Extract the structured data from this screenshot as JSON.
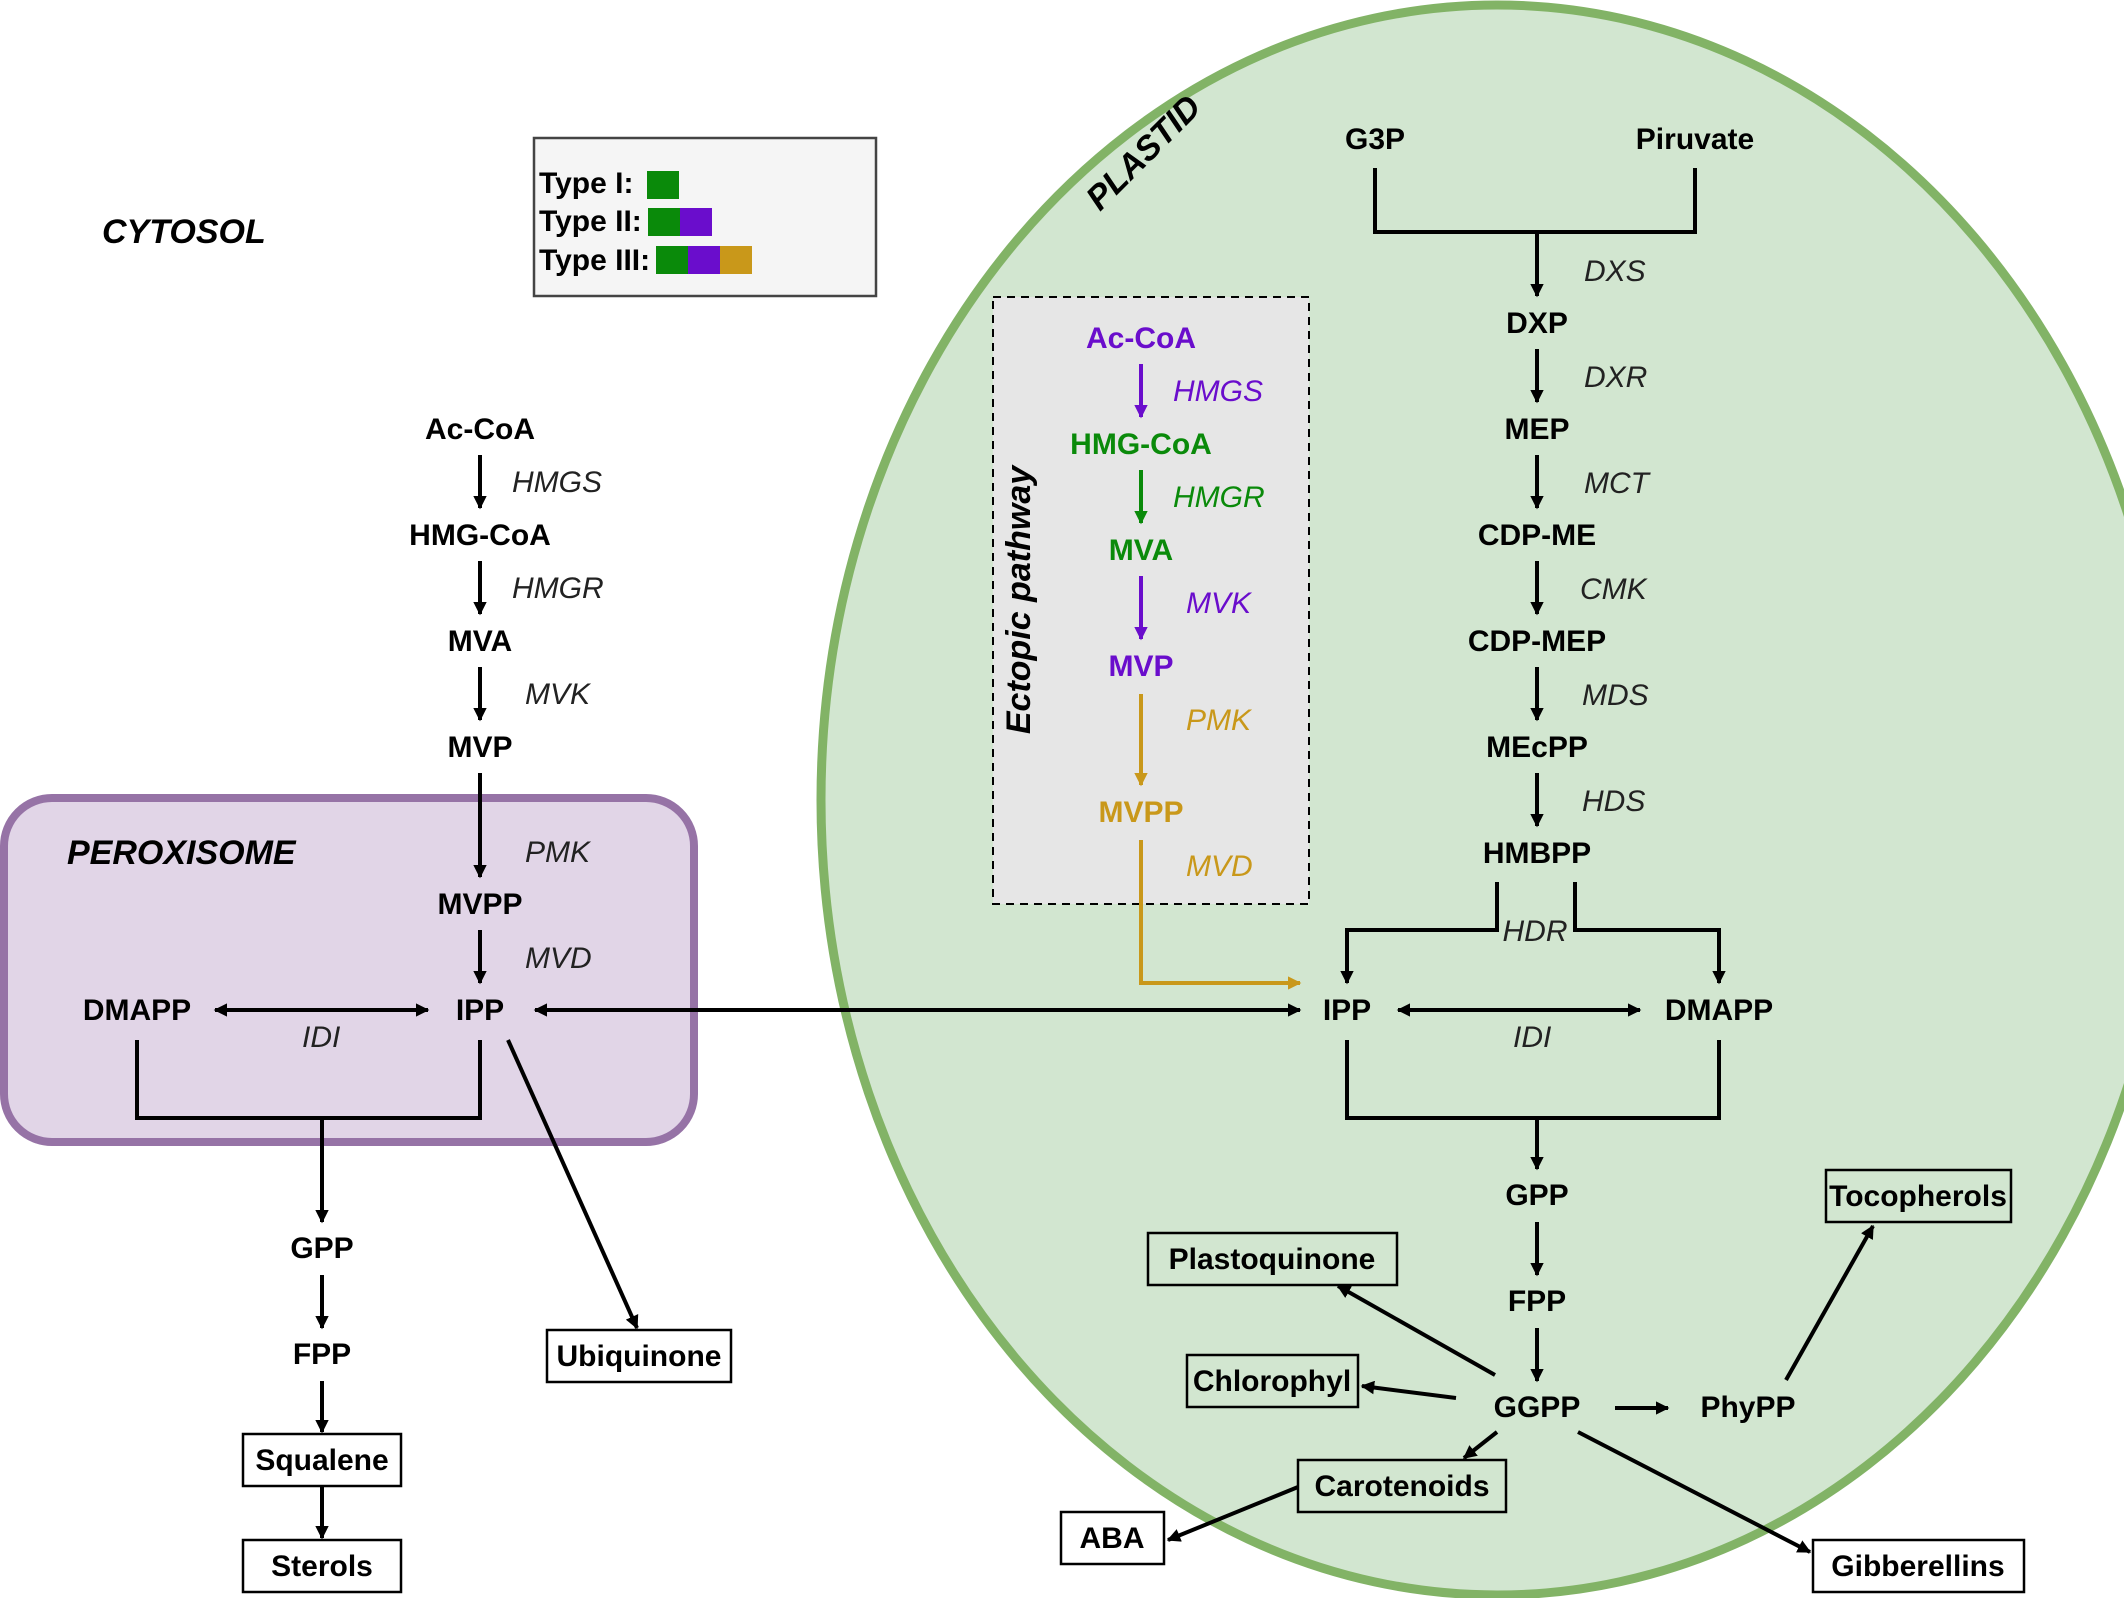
{
  "legend": {
    "type1": "Type I:",
    "type2": "Type II:",
    "type3": "Type III:",
    "colors": {
      "green": "#0a8a0a",
      "purple": "#6a0dcc",
      "gold": "#c9981a"
    }
  },
  "regions": {
    "cytosol": "CYTOSOL",
    "peroxisome": "PEROXISOME",
    "plastid": "PLASTID",
    "ectopic": "Ectopic pathway"
  },
  "cytosol_pathway": {
    "ac_coa": "Ac-CoA",
    "hmgs": "HMGS",
    "hmg_coa": "HMG-CoA",
    "hmgr": "HMGR",
    "mva": "MVA",
    "mvk": "MVK",
    "mvp": "MVP",
    "pmk": "PMK",
    "mvpp": "MVPP",
    "mvd": "MVD",
    "dmapp": "DMAPP",
    "idi": "IDI",
    "ipp": "IPP",
    "gpp": "GPP",
    "fpp": "FPP",
    "squalene": "Squalene",
    "sterols": "Sterols",
    "ubiquinone": "Ubiquinone"
  },
  "ectopic_pathway": {
    "ac_coa": "Ac-CoA",
    "hmgs": "HMGS",
    "hmg_coa": "HMG-CoA",
    "hmgr": "HMGR",
    "mva": "MVA",
    "mvk": "MVK",
    "mvp": "MVP",
    "pmk": "PMK",
    "mvpp": "MVPP",
    "mvd": "MVD"
  },
  "plastid_pathway": {
    "g3p": "G3P",
    "piruvate": "Piruvate",
    "dxs": "DXS",
    "dxp": "DXP",
    "dxr": "DXR",
    "mep": "MEP",
    "mct": "MCT",
    "cdp_me": "CDP-ME",
    "cmk": "CMK",
    "cdp_mep": "CDP-MEP",
    "mds": "MDS",
    "mecpp": "MEcPP",
    "hds": "HDS",
    "hmbpp": "HMBPP",
    "hdr": "HDR",
    "ipp": "IPP",
    "idi": "IDI",
    "dmapp": "DMAPP",
    "gpp": "GPP",
    "fpp": "FPP",
    "ggpp": "GGPP",
    "phypp": "PhyPP",
    "plastoquinone": "Plastoquinone",
    "chlorophyl": "Chlorophyl",
    "carotenoids": "Carotenoids",
    "aba": "ABA",
    "gibberellins": "Gibberellins",
    "tocopherols": "Tocopherols"
  }
}
